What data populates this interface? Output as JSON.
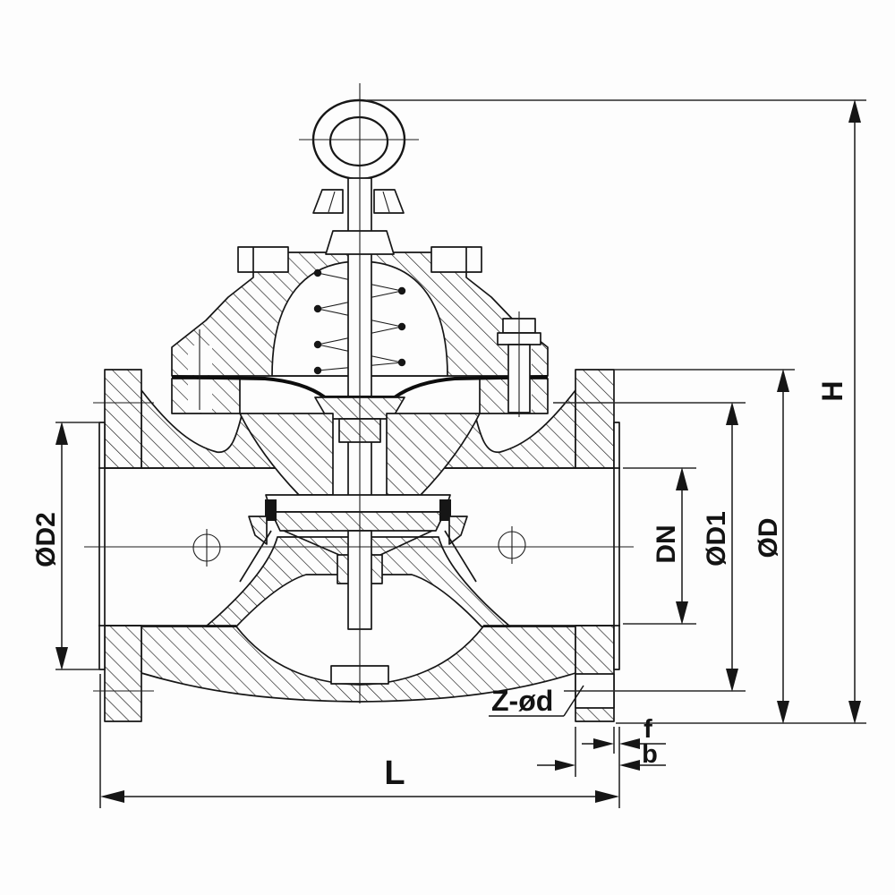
{
  "drawing": {
    "title": "Control valve cross-section technical drawing",
    "type": "engineering-section-view",
    "line_color": "#161616",
    "background_color": "#fdfdfd",
    "dims": {
      "overall_height": "H",
      "flange_outer_diameter": "ØD",
      "bolt_circle_diameter": "ØD1",
      "nominal_bore": "DN",
      "raised_face_diameter": "ØD2",
      "face_to_face_length": "L",
      "raised_face_height": "f",
      "flange_thickness": "b",
      "bolt_holes": "Z-ød"
    }
  }
}
